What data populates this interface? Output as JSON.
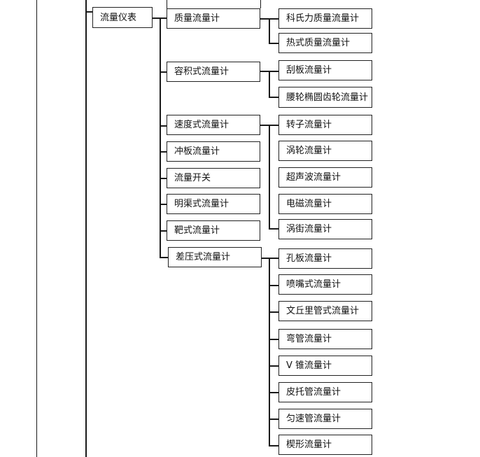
{
  "diagram": {
    "root": "流量仪表",
    "groups": [
      {
        "label": "质量流量计",
        "children": [
          "科氏力质量流量计",
          "热式质量流量计"
        ]
      },
      {
        "label": "容积式流量计",
        "children": [
          "刮板流量计",
          "腰轮椭圆齿轮流量计"
        ]
      },
      {
        "label": "速度式流量计",
        "children": [
          "转子流量计",
          "涡轮流量计",
          "超声波流量计",
          "电磁流量计",
          "涡街流量计"
        ]
      },
      {
        "label": "冲板流量计",
        "children": []
      },
      {
        "label": "流量开关",
        "children": []
      },
      {
        "label": "明渠式流量计",
        "children": []
      },
      {
        "label": "靶式流量计",
        "children": []
      },
      {
        "label": "差压式流量计",
        "children": [
          "孔板流量计",
          "喷嘴式流量计",
          "文丘里管式流量计",
          "弯管流量计",
          "V 锥流量计",
          "皮托管流量计",
          "匀速管流量计",
          "楔形流量计"
        ]
      }
    ]
  }
}
